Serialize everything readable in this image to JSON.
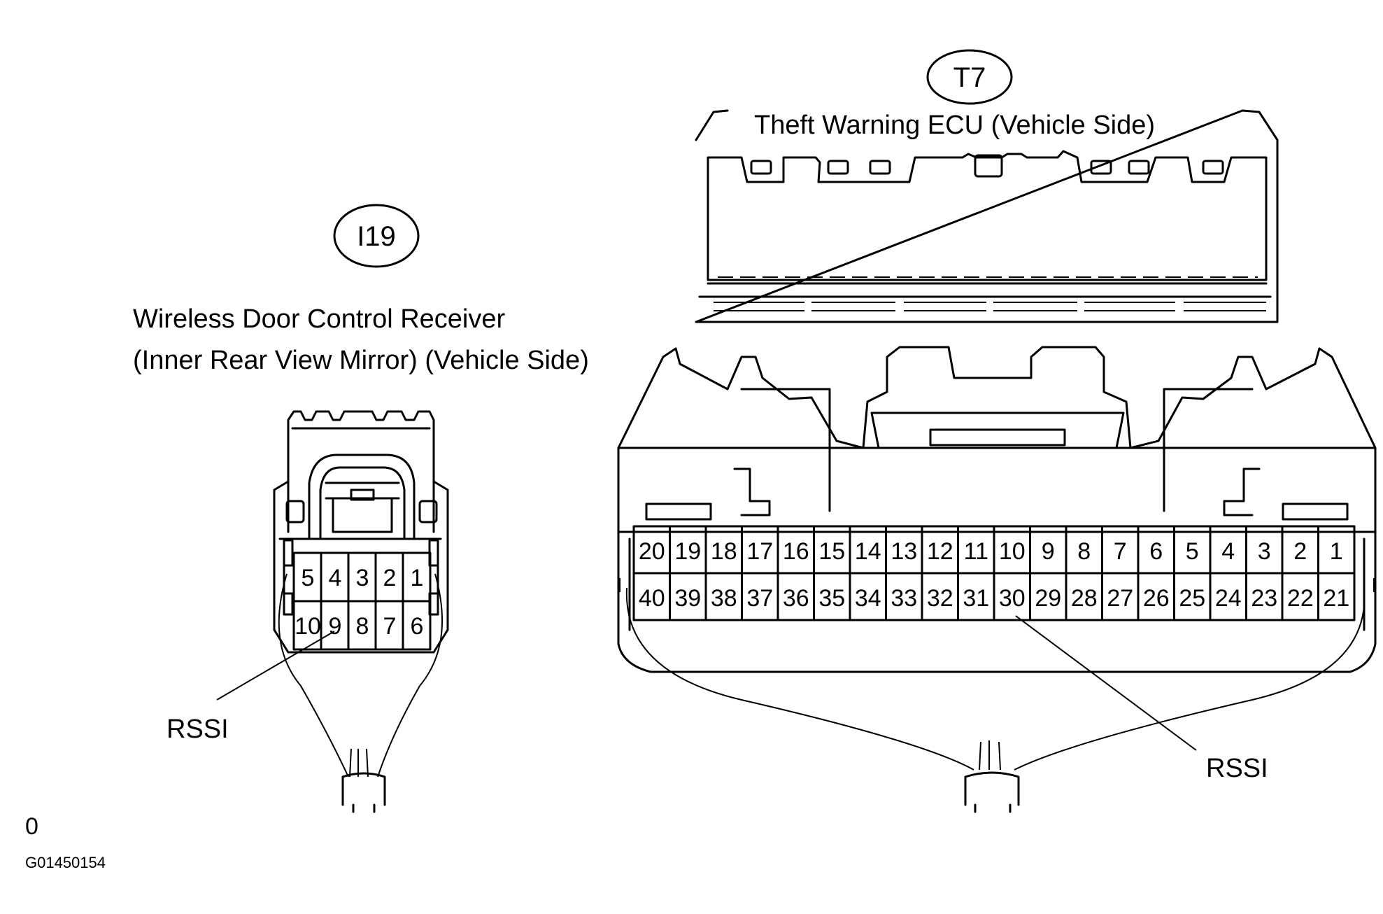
{
  "i19": {
    "code": "I19",
    "title_line1": "Wireless Door Control Receiver",
    "title_line2": "(Inner Rear View Mirror)  (Vehicle Side)",
    "pins_top": [
      "5",
      "4",
      "3",
      "2",
      "1"
    ],
    "pins_bottom": [
      "10",
      "9",
      "8",
      "7",
      "6"
    ],
    "callout": "RSSI"
  },
  "t7": {
    "code": "T7",
    "title": "Theft Warning ECU  (Vehicle Side)",
    "pins_top": [
      "20",
      "19",
      "18",
      "17",
      "16",
      "15",
      "14",
      "13",
      "12",
      "11",
      "10",
      "9",
      "8",
      "7",
      "6",
      "5",
      "4",
      "3",
      "2",
      "1"
    ],
    "pins_bottom": [
      "40",
      "39",
      "38",
      "37",
      "36",
      "35",
      "34",
      "33",
      "32",
      "31",
      "30",
      "29",
      "28",
      "27",
      "26",
      "25",
      "24",
      "23",
      "22",
      "21"
    ],
    "callout": "RSSI"
  },
  "footer": {
    "mark": "0",
    "figure_id": "G01450154"
  }
}
